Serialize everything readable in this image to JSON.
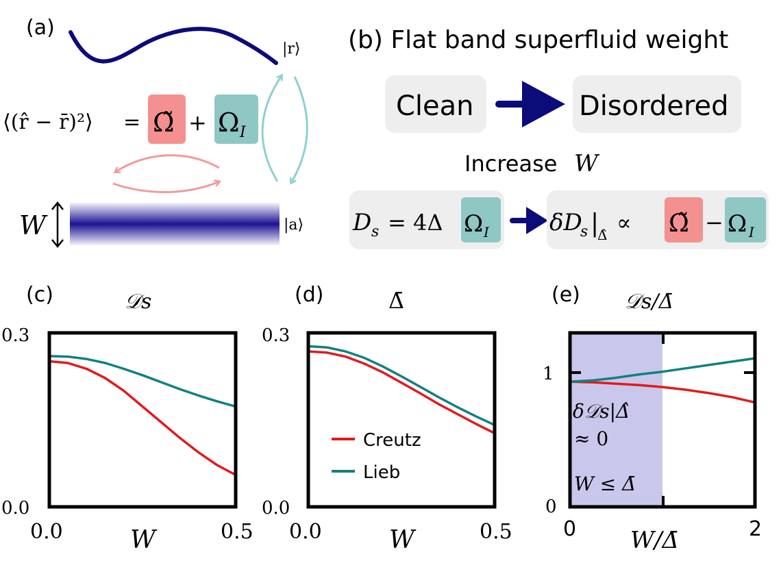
{
  "panel_a": {
    "label": "(a)",
    "ket_r": "|r⟩",
    "ket_a": "|a⟩",
    "w_label": "W",
    "spread_lhs": "⟨(r̂ − r̄)²⟩",
    "eq": "=",
    "plus": "+",
    "omega_tilde": "Ω̃",
    "omega_i": "Ω",
    "omega_i_sub": "I",
    "colors": {
      "band": "#1c1392",
      "curve": "#0b0b7a",
      "teal_arrow": "#8ed0d0",
      "pink_arrow": "#f29a9a",
      "pink_box": "#f59090",
      "teal_box": "#8ec7c4"
    }
  },
  "panel_b": {
    "title": "(b) Flat band superfluid weight",
    "clean": "Clean",
    "disordered": "Disordered",
    "increase": "Increase",
    "increase_var": "W",
    "ds_lhs": "D",
    "ds_sub": "s",
    "ds_rhs": "= 4Δ",
    "omega": "Ω",
    "omega_sub": "I",
    "delta_lhs": "δD",
    "delta_sub": "s",
    "delta_bar": "|",
    "delta_hat": "Δ̂",
    "propto": "∝",
    "omega_tilde": "Ω̃",
    "minus": "−",
    "colors": {
      "arrow": "#0b0b7a",
      "box": "#eeeeee"
    }
  },
  "chart_data": [
    {
      "type": "line",
      "panel_label": "(c)",
      "title": "𝒟s",
      "xlabel": "W",
      "xlim": [
        0,
        0.5
      ],
      "ylim": [
        0,
        0.3
      ],
      "xticks": [
        "0.0",
        "0.5"
      ],
      "yticks": [
        "0.3",
        "0.0"
      ],
      "x": [
        0,
        0.05,
        0.1,
        0.15,
        0.2,
        0.25,
        0.3,
        0.35,
        0.4,
        0.45,
        0.5
      ],
      "series": [
        {
          "name": "Creutz",
          "color": "#e31a1c",
          "values": [
            0.251,
            0.248,
            0.238,
            0.222,
            0.2,
            0.173,
            0.146,
            0.119,
            0.094,
            0.072,
            0.055
          ]
        },
        {
          "name": "Lieb",
          "color": "#128080",
          "values": [
            0.26,
            0.259,
            0.255,
            0.248,
            0.238,
            0.227,
            0.215,
            0.203,
            0.192,
            0.182,
            0.173
          ]
        }
      ]
    },
    {
      "type": "line",
      "panel_label": "(d)",
      "title": "Δ̄",
      "xlabel": "W",
      "xlim": [
        0,
        0.5
      ],
      "ylim": [
        0,
        0.3
      ],
      "xticks": [
        "0.0",
        "0.5"
      ],
      "yticks": [
        "0.3",
        "0.0"
      ],
      "legend": [
        "Creutz",
        "Lieb"
      ],
      "x": [
        0,
        0.05,
        0.1,
        0.15,
        0.2,
        0.25,
        0.3,
        0.35,
        0.4,
        0.45,
        0.5
      ],
      "series": [
        {
          "name": "Creutz",
          "color": "#e31a1c",
          "values": [
            0.268,
            0.266,
            0.259,
            0.247,
            0.232,
            0.214,
            0.196,
            0.177,
            0.16,
            0.143,
            0.127
          ]
        },
        {
          "name": "Lieb",
          "color": "#128080",
          "values": [
            0.277,
            0.275,
            0.268,
            0.257,
            0.242,
            0.225,
            0.207,
            0.189,
            0.172,
            0.156,
            0.141
          ]
        }
      ]
    },
    {
      "type": "line",
      "panel_label": "(e)",
      "title": "𝒟s/Δ̄",
      "xlabel": "W/Δ̄",
      "xlim": [
        0,
        2
      ],
      "ylim": [
        0,
        1.3
      ],
      "xticks": [
        "0",
        "2"
      ],
      "yticks": [
        "1",
        "0"
      ],
      "shaded_region": [
        0,
        1
      ],
      "shaded_color": "#c9c8ec",
      "annotation_1": "δ𝒟s|Δ̂",
      "annotation_2": "≈ 0",
      "annotation_3": "W ≤ Δ̄",
      "x": [
        0,
        0.25,
        0.5,
        0.75,
        1.0,
        1.25,
        1.5,
        1.75,
        2.0
      ],
      "series": [
        {
          "name": "Creutz",
          "color": "#e31a1c",
          "values": [
            0.935,
            0.93,
            0.92,
            0.91,
            0.895,
            0.875,
            0.85,
            0.82,
            0.78
          ]
        },
        {
          "name": "Lieb",
          "color": "#128080",
          "values": [
            0.935,
            0.945,
            0.965,
            0.99,
            1.01,
            1.035,
            1.06,
            1.085,
            1.11
          ]
        }
      ]
    }
  ]
}
